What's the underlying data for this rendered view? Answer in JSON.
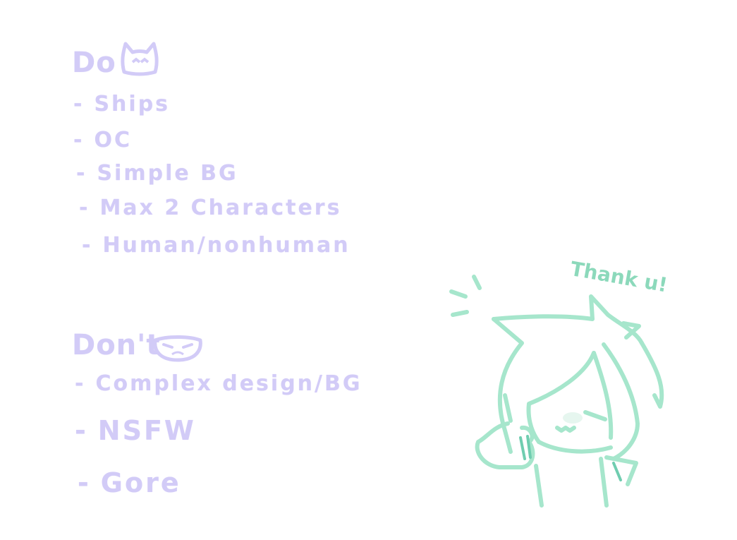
{
  "do": {
    "heading": "Do",
    "icon": "cat-face-icon",
    "items": [
      "Ships",
      "OC",
      "Simple BG",
      "Max 2 Characters",
      "Human/nonhuman"
    ]
  },
  "dont": {
    "heading": "Don't",
    "icon": "grumpy-face-icon",
    "items": [
      "Complex design/BG",
      "NSFW",
      "Gore"
    ]
  },
  "character": {
    "caption": "Thank u!",
    "icon": "chibi-character-thumbs-up"
  },
  "colors": {
    "text": "#d2cbf7",
    "character": "#8cd9bb",
    "background": "#ffffff"
  }
}
